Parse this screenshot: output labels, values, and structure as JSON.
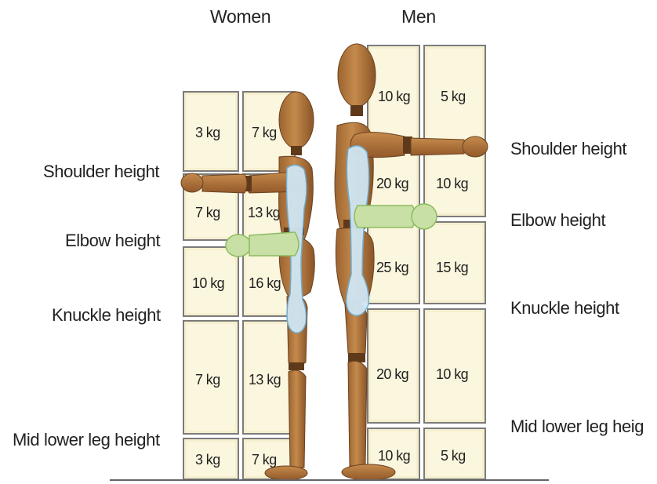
{
  "groups": {
    "women": "Women",
    "men": "Men"
  },
  "levels_left": {
    "shoulder": "Shoulder height",
    "elbow": "Elbow height",
    "knuckle": "Knuckle height",
    "mid_lower_leg": "Mid lower leg height"
  },
  "levels_right": {
    "shoulder": "Shoulder height",
    "elbow": "Elbow height",
    "knuckle": "Knuckle height",
    "mid_lower_leg": "Mid lower leg heig"
  },
  "women_weights": {
    "above_shoulder": [
      "3 kg",
      "7 kg"
    ],
    "shoulder_to_elbow": [
      "7 kg",
      "13 kg"
    ],
    "elbow_to_knuckle": [
      "10 kg",
      "16 kg"
    ],
    "knuckle_to_mid_leg": [
      "7 kg",
      "13 kg"
    ],
    "below_mid_leg": [
      "3 kg",
      "7 kg"
    ]
  },
  "men_weights": {
    "above_shoulder": [
      "10 kg",
      "5 kg"
    ],
    "shoulder_to_elbow": [
      "20 kg",
      "10 kg"
    ],
    "elbow_to_knuckle": [
      "25 kg",
      "15 kg"
    ],
    "knuckle_to_mid_leg": [
      "20 kg",
      "10 kg"
    ],
    "below_mid_leg": [
      "10 kg",
      "5 kg"
    ]
  },
  "colors": {
    "box_fill": "#fbf6de",
    "box_border": "#7b7b7b",
    "wood": "#b57a3e",
    "wood_dark": "#5f3a1a",
    "highlight_blue": "#cfe6f3",
    "highlight_green": "#c8e0a6"
  }
}
